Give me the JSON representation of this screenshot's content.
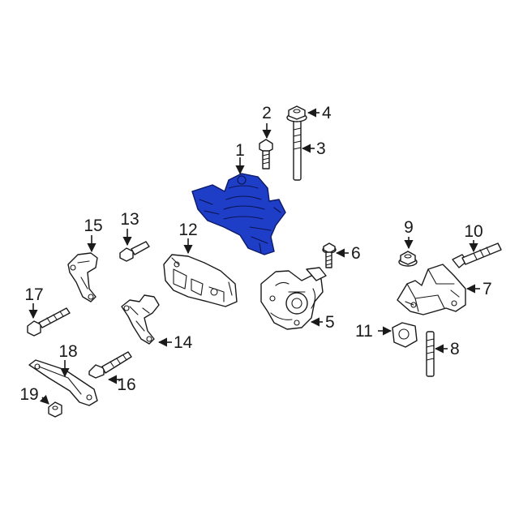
{
  "highlight_color": "#1f3ec8",
  "line_color": "#1a1a1a",
  "background": "#ffffff",
  "callouts": {
    "c1": "1",
    "c2": "2",
    "c3": "3",
    "c4": "4",
    "c5": "5",
    "c6": "6",
    "c7": "7",
    "c8": "8",
    "c9": "9",
    "c10": "10",
    "c11": "11",
    "c12": "12",
    "c13": "13",
    "c14": "14",
    "c15": "15",
    "c16": "16",
    "c17": "17",
    "c18": "18",
    "c19": "19"
  },
  "highlighted_part": "1"
}
